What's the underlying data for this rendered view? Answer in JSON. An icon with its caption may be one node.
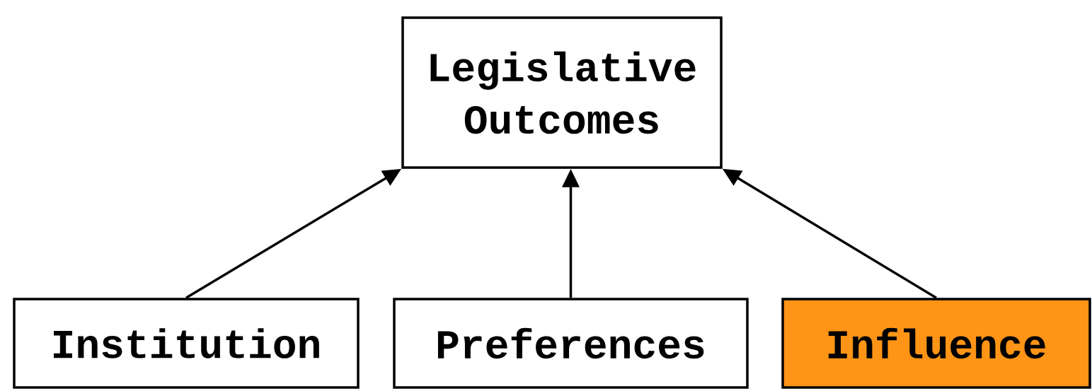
{
  "diagram": {
    "nodes": [
      {
        "text": [
          "Legislative Outcomes"
        ]
      },
      {
        "text": [
          "Institution"
        ]
      },
      {
        "text": [
          "Preferences"
        ]
      },
      {
        "text": [
          "Influence"
        ]
      }
    ],
    "edges": [
      {
        "from": 1,
        "to": 0,
        "arrow": "to"
      },
      {
        "from": 2,
        "to": 0,
        "arrow": "to"
      },
      {
        "from": 3,
        "to": 0,
        "arrow": "to"
      }
    ]
  }
}
